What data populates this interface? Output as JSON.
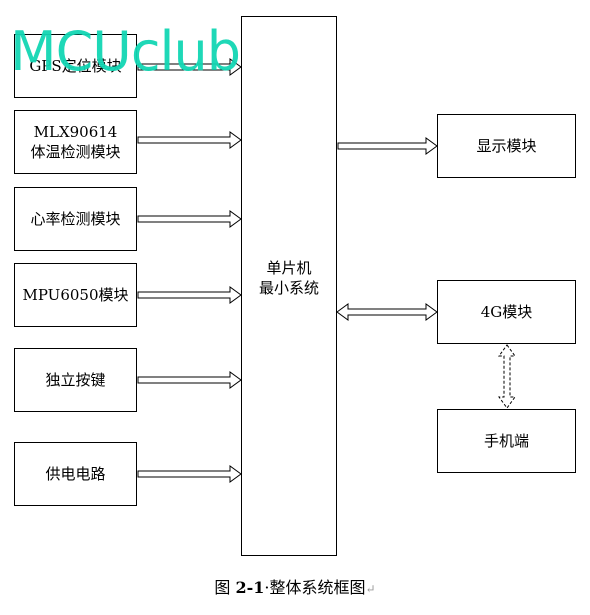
{
  "watermark": "MCUclub",
  "nodes": {
    "gps": "GPS定位模块",
    "mlx": "MLX90614\n体温检测模块",
    "heart": "心率检测模块",
    "mpu": "MPU6050模块",
    "keys": "独立按键",
    "power": "供电电路",
    "mcu": "单片机\n最小系统",
    "display": "显示模块",
    "g4": "4G模块",
    "phone": "手机端"
  },
  "caption": {
    "prefix": "图 ",
    "number": "2-1",
    "sep": "·",
    "title": "整体系统框图",
    "mark": "↵"
  }
}
